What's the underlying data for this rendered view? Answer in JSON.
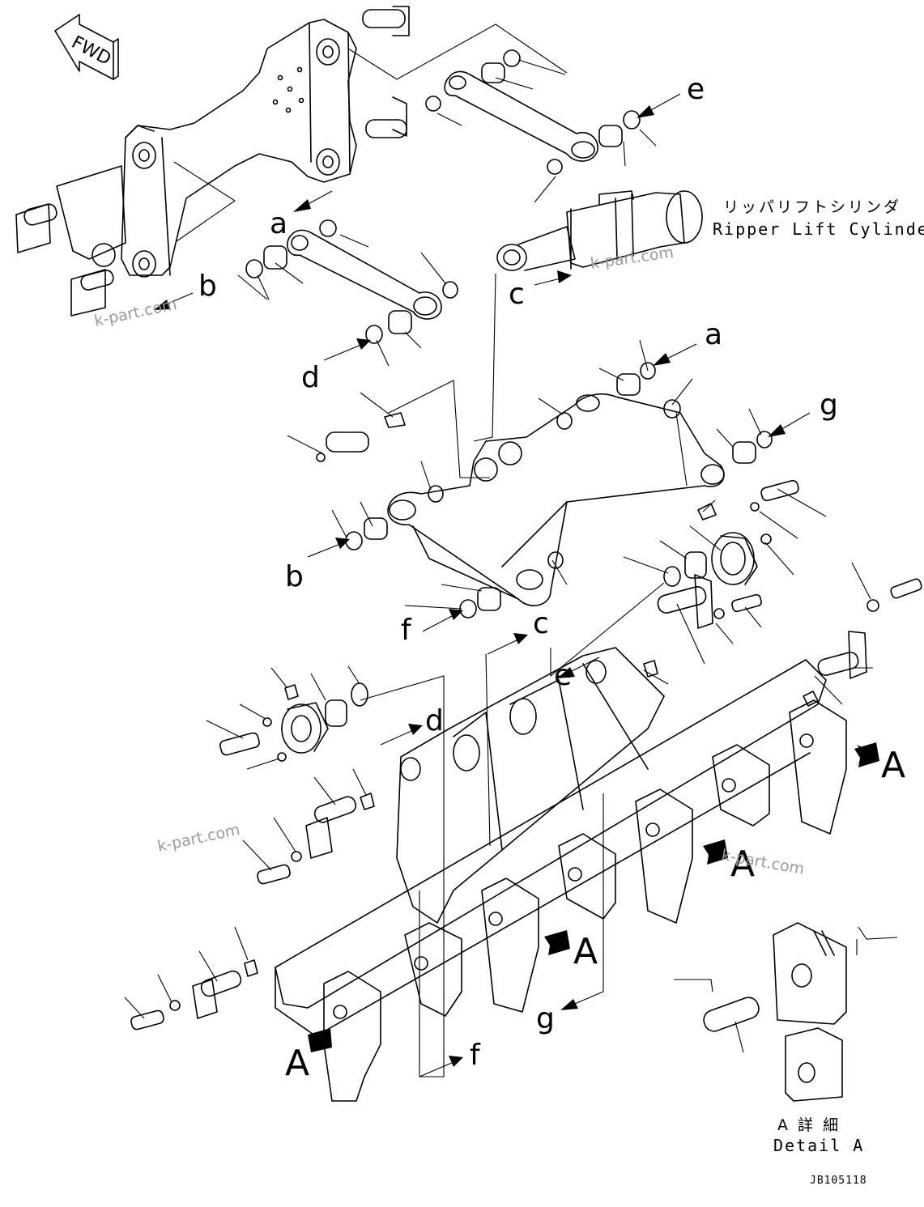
{
  "diagram": {
    "fwd_label": "FWD",
    "part_jp": "リッパリフトシリンダ",
    "part_en": "Ripper Lift Cylinder",
    "detail_jp": "A 詳 細",
    "detail_en": "Detail A",
    "drawing_id": "JB105118",
    "watermark": "k-part.com",
    "ref_a": "a",
    "ref_b": "b",
    "ref_c": "c",
    "ref_d": "d",
    "ref_e": "e",
    "ref_f": "f",
    "ref_g": "g",
    "ref_A": "A"
  }
}
